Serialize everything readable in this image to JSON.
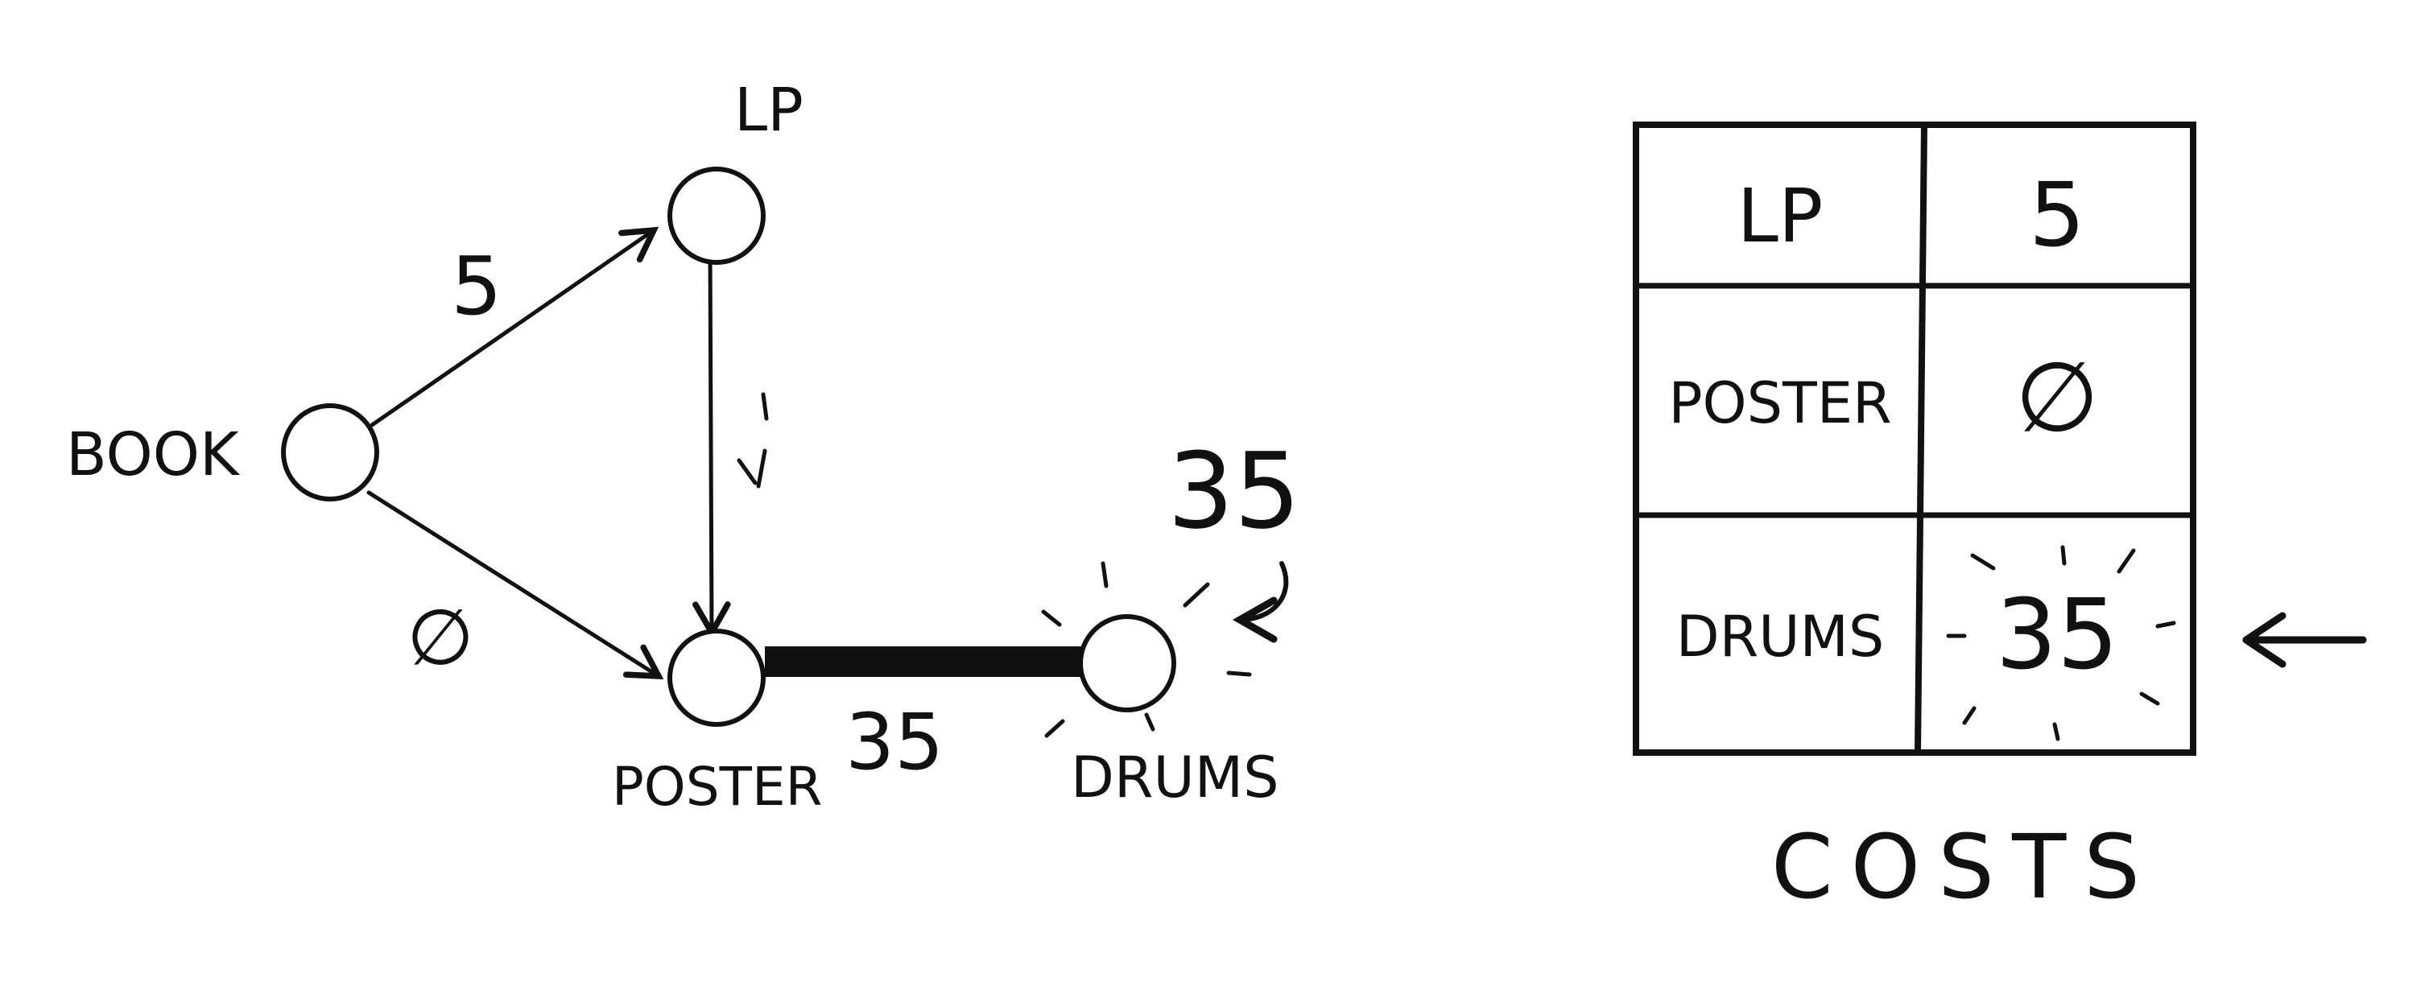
{
  "graph": {
    "nodes": {
      "book": "BOOK",
      "lp": "LP",
      "poster": "POSTER",
      "drums": "DRUMS"
    },
    "edges": {
      "book_lp": "5",
      "book_poster": "∅",
      "poster_drums": "35"
    },
    "drums_cost_note": "35"
  },
  "costs_table": {
    "caption": "COSTS",
    "rows": [
      {
        "node": "LP",
        "cost": "5"
      },
      {
        "node": "POSTER",
        "cost": "∅"
      },
      {
        "node": "DRUMS",
        "cost": "35"
      }
    ]
  },
  "colors": {
    "ink": "#111111",
    "paper": "#ffffff"
  }
}
